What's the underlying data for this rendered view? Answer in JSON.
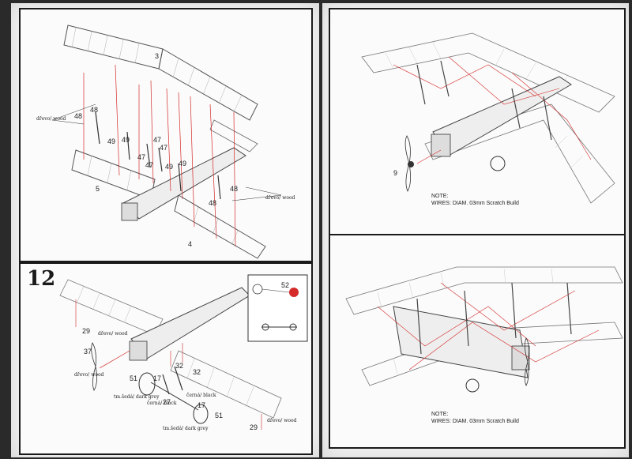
{
  "left_page": {
    "top_panel": {
      "parts": [
        "3",
        "48",
        "48",
        "49",
        "49",
        "47",
        "47",
        "47",
        "47",
        "49",
        "49",
        "5",
        "48",
        "48",
        "4"
      ],
      "color_notes": [
        "dřevo/ wood",
        "dřevo/ wood"
      ]
    },
    "bottom_panel": {
      "step_number": "12",
      "inset_part": "52",
      "parts": [
        "29",
        "37",
        "51",
        "17",
        "27",
        "32",
        "32",
        "17",
        "51",
        "29"
      ],
      "color_notes": [
        "dřevo/ wood",
        "dřevo/ wood",
        "tm.šedá/ dark grey",
        "černá/ black",
        "černá/ black",
        "tm.šedá/ dark grey",
        "dřevo/ wood"
      ]
    }
  },
  "right_page": {
    "top_panel": {
      "part": "9",
      "note_title": "NOTE:",
      "note_text": "WIRES: DIAM. 03mm Scratch Build"
    },
    "bottom_panel": {
      "note_title": "NOTE:",
      "note_text": "WIRES: DIAM. 03mm Scratch Build"
    }
  },
  "colors": {
    "callout_red": "#d42a2a",
    "line": "#333333"
  }
}
